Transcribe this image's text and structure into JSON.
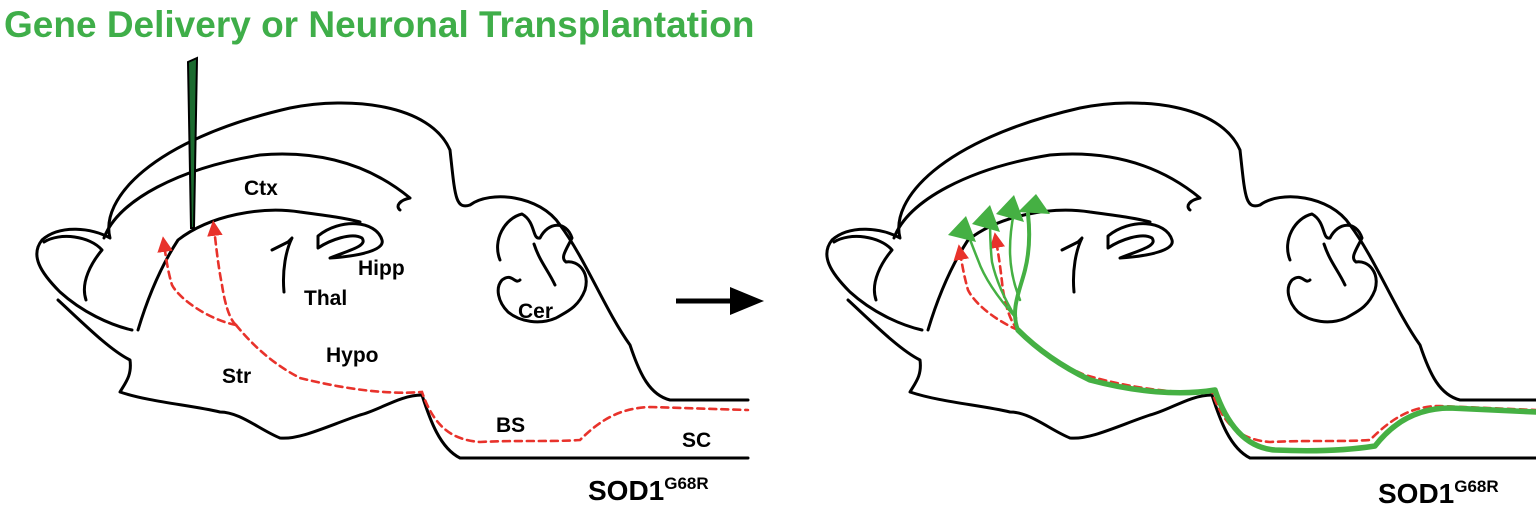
{
  "title": "Gene Delivery or Neuronal Transplantation",
  "accent_color": "#3fae49",
  "tract_color": "#e8322b",
  "panels": {
    "left": {
      "regions": {
        "ctx": "Ctx",
        "hipp": "Hipp",
        "thal": "Thal",
        "cer": "Cer",
        "str": "Str",
        "hypo": "Hypo",
        "bs": "BS",
        "sc": "SC"
      },
      "model": {
        "name": "SOD1",
        "mutation": "G68R"
      }
    },
    "right": {
      "model": {
        "name": "SOD1",
        "mutation": "G68R"
      }
    }
  },
  "arrow_icon": "right-arrow-icon",
  "injection_icon": "injection-needle-icon"
}
